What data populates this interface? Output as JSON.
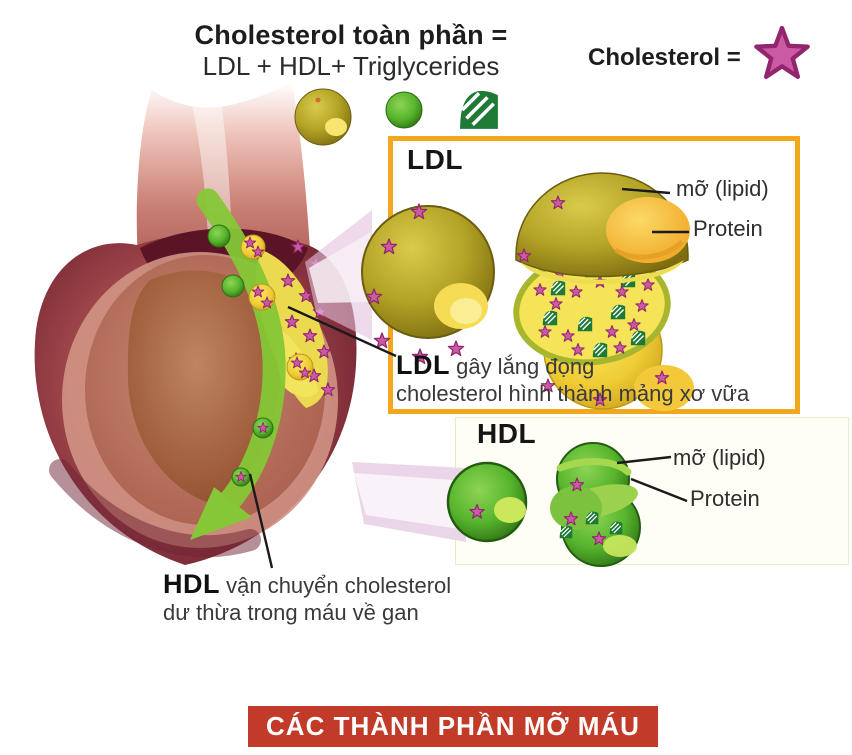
{
  "header": {
    "title_line1": "Cholesterol toàn phần =",
    "title_line2": "LDL + HDL+ Triglycerides",
    "legend_label": "Cholesterol =",
    "legend_icon": "pink-star-icon"
  },
  "formula_icons": [
    {
      "icon": "ldl-sphere-icon",
      "meaning": "LDL"
    },
    {
      "icon": "hdl-sphere-icon",
      "meaning": "HDL"
    },
    {
      "icon": "triglyceride-icon",
      "meaning": "Triglycerides"
    }
  ],
  "ldl_panel": {
    "label": "LDL",
    "callouts": [
      {
        "label": "mỡ (lipid)"
      },
      {
        "label": "Protein"
      }
    ],
    "caption_bold": "LDL",
    "caption_rest": " gây lắng đọng",
    "caption_line2": "cholesterol hình thành mảng xơ vữa"
  },
  "hdl_panel": {
    "label": "HDL",
    "callouts": [
      {
        "label": "mỡ (lipid)"
      },
      {
        "label": "Protein"
      }
    ],
    "caption_bold": "HDL",
    "caption_rest": " vận chuyển cholesterol",
    "caption_line2": "dư thừa trong máu về gan"
  },
  "footer": {
    "banner": "CÁC THÀNH PHẦN MỠ MÁU"
  },
  "colors": {
    "ldl_box_border": "#F2A71D",
    "banner_red": "#C23A28",
    "cholesterol_star_pink": "#CB5AA4",
    "star_outline": "#92256E",
    "ldl_sphere_olive": "#B2A226",
    "ldl_interior_yellow": "#F5E358",
    "protein_orange": "#F5B42E",
    "hdl_sphere_green": "#57B52D",
    "flow_arrow_green": "#85C736",
    "vessel_red": "#7C2B38",
    "triglyceride_green": "#1E7A36"
  }
}
